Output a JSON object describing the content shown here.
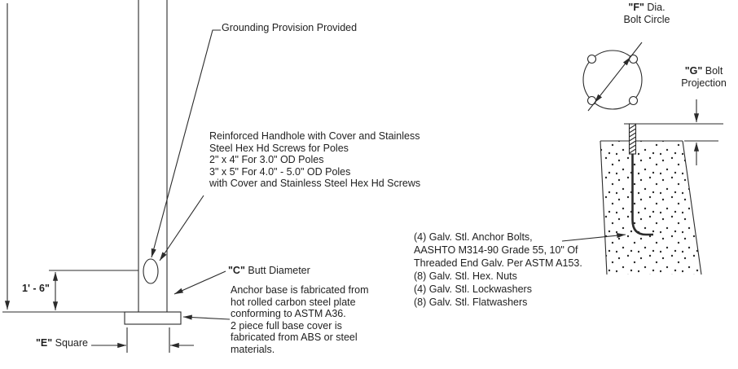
{
  "drawing": {
    "labels": {
      "grounding": "Grounding Provision Provided",
      "height_dim": "1' - 6\"",
      "e_square": {
        "bold": "\"E\"",
        "rest": " Square"
      },
      "c_butt": {
        "bold": "\"C\"",
        "rest": " Butt Diameter"
      },
      "f_dia": {
        "bold": "\"F\"",
        "rest": " Dia.",
        "line2": "Bolt Circle"
      },
      "g_proj": {
        "bold": "\"G\"",
        "rest": " Bolt",
        "line2": "Projection"
      }
    },
    "notes": {
      "handhole": [
        "Reinforced Handhole with Cover and Stainless",
        "Steel Hex Hd Screws for Poles",
        "2\" x 4\" For 3.0\" OD Poles",
        "3\" x 5\" For 4.0\" - 5.0\" OD Poles",
        "with Cover and Stainless Steel Hex Hd Screws"
      ],
      "anchor_base": [
        "Anchor base is fabricated from",
        "hot rolled carbon steel plate",
        "conforming to ASTM A36.",
        "2 piece full base cover is",
        "fabricated from ABS or steel",
        "materials."
      ],
      "anchor_bolts": [
        "(4) Galv. Stl. Anchor Bolts,",
        "AASHTO M314-90 Grade 55, 10\" Of",
        "Threaded End Galv. Per ASTM A153.",
        "(8) Galv. Stl. Hex. Nuts",
        "(4) Galv. Stl. Lockwashers",
        "(8) Galv. Stl. Flatwashers"
      ]
    },
    "colors": {
      "line": "#2b2b2b",
      "text": "#1f1f1f",
      "background": "#ffffff"
    }
  }
}
